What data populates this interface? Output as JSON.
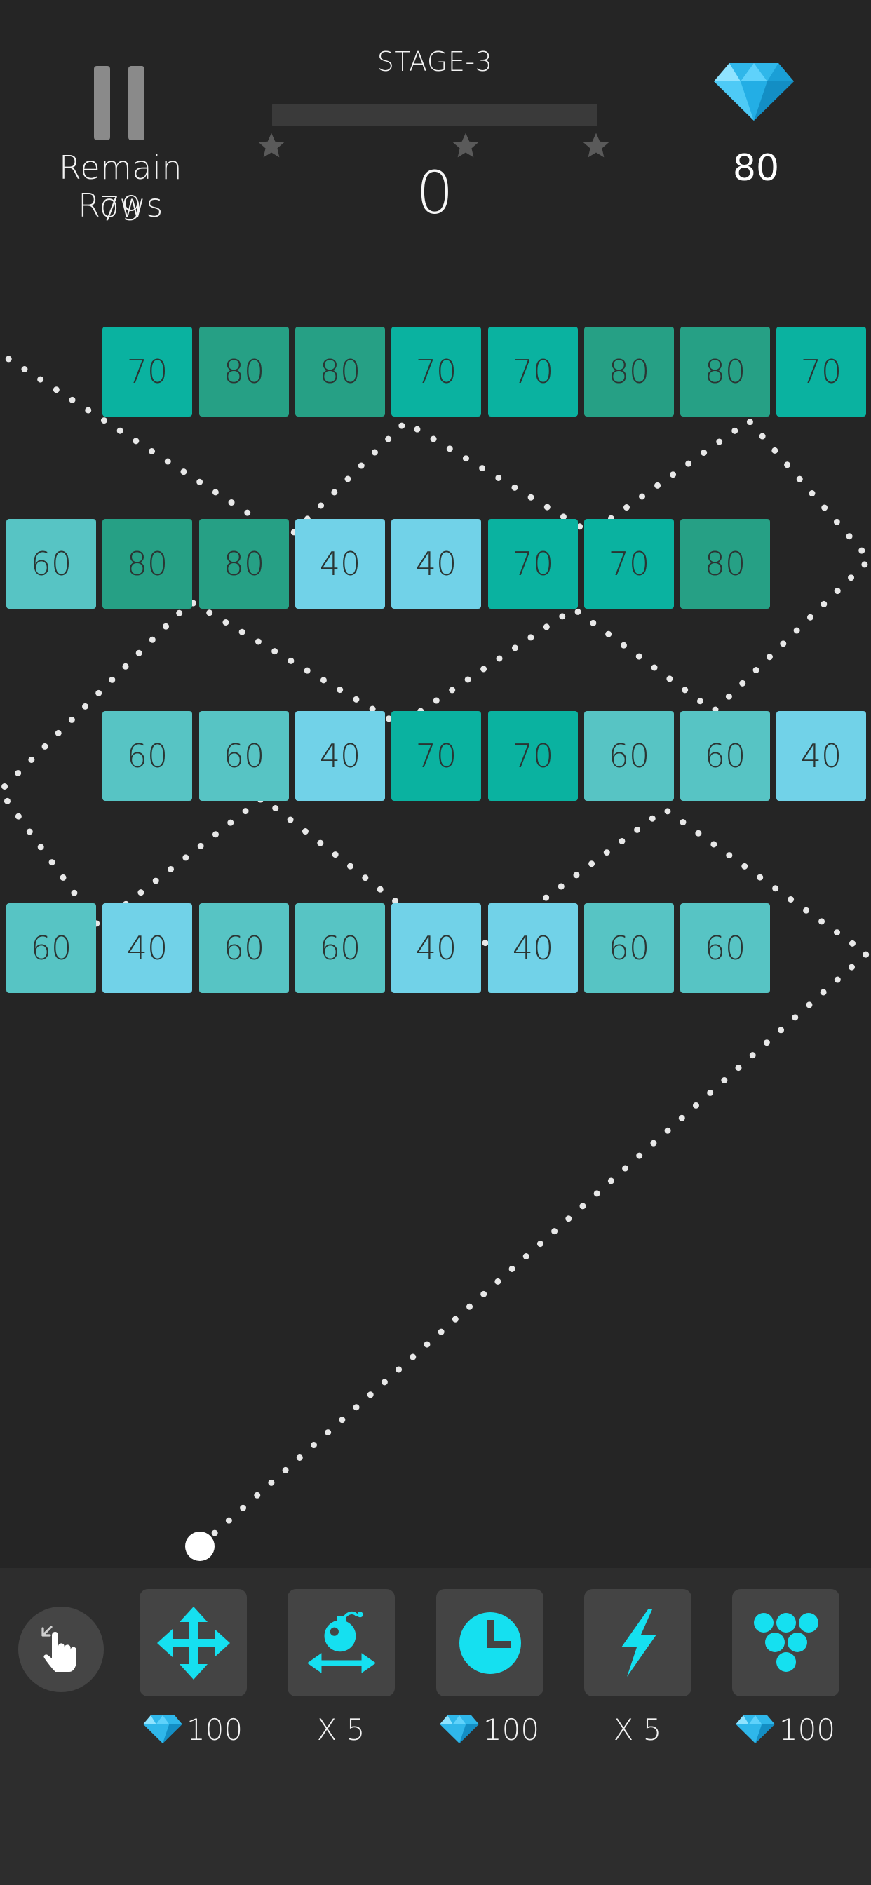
{
  "hud": {
    "stage_label": "STAGE-3",
    "remain_label": "Remain Rows",
    "remain_value": "79",
    "score": "0",
    "score_progress": 0,
    "stars_earned": 0,
    "gem_count": "80"
  },
  "colors": {
    "background": "#252525",
    "brick_80": "#26a085",
    "brick_70": "#0ab2a0",
    "brick_60": "#57c4c4",
    "brick_40": "#71d2e8",
    "accent": "#15e0f0"
  },
  "board": {
    "rows": [
      [
        null,
        "70",
        "80",
        "80",
        "70",
        "70",
        "80",
        "80",
        "70"
      ],
      [
        "60",
        "80",
        "80",
        "40",
        "40",
        "70",
        "70",
        "80",
        null
      ],
      [
        null,
        "60",
        "60",
        "40",
        "70",
        "70",
        "60",
        "60",
        "40"
      ],
      [
        "60",
        "40",
        "60",
        "60",
        "40",
        "40",
        "60",
        "60",
        null
      ]
    ]
  },
  "powerups": [
    {
      "icon": "move-arrows-icon",
      "cost": "100",
      "uses_gem": true
    },
    {
      "icon": "bomb-icon",
      "cost": "X 5",
      "uses_gem": false
    },
    {
      "icon": "clock-icon",
      "cost": "100",
      "uses_gem": true
    },
    {
      "icon": "lightning-icon",
      "cost": "X 5",
      "uses_gem": false
    },
    {
      "icon": "balls-cluster-icon",
      "cost": "100",
      "uses_gem": true
    }
  ]
}
